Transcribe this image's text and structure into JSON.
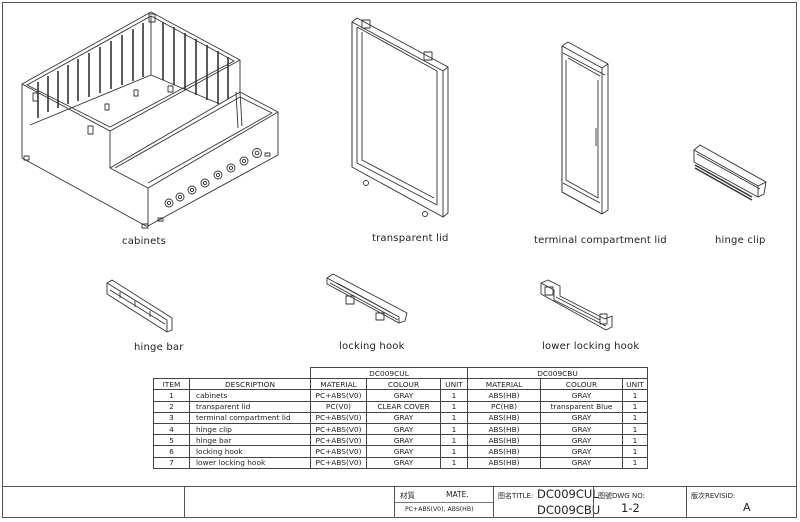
{
  "parts": [
    {
      "id": "cabinets",
      "label": "cabinets"
    },
    {
      "id": "transparent-lid",
      "label": "transparent lid"
    },
    {
      "id": "terminal-compartment-lid",
      "label": "terminal compartment lid"
    },
    {
      "id": "hinge-clip",
      "label": "hinge clip"
    },
    {
      "id": "hinge-bar",
      "label": "hinge bar"
    },
    {
      "id": "locking-hook",
      "label": "locking hook"
    },
    {
      "id": "lower-locking-hook",
      "label": "lower locking hook"
    }
  ],
  "bom": {
    "group_headers": [
      "DC009CUL",
      "DC009CBU"
    ],
    "columns": [
      "ITEM",
      "DESCRIPTION",
      "MATERIAL",
      "COLOUR",
      "UNIT",
      "MATERIAL",
      "COLOUR",
      "UNIT"
    ],
    "rows": [
      [
        "1",
        "cabinets",
        "PC+ABS(V0)",
        "GRAY",
        "1",
        "ABS(HB)",
        "GRAY",
        "1"
      ],
      [
        "2",
        "transparent lid",
        "PC(V0)",
        "CLEAR COVER",
        "1",
        "PC(HB)",
        "transparent Blue",
        "1"
      ],
      [
        "3",
        "terminal compartment lid",
        "PC+ABS(V0)",
        "GRAY",
        "1",
        "ABS(HB)",
        "GRAY",
        "1"
      ],
      [
        "4",
        "hinge clip",
        "PC+ABS(V0)",
        "GRAY",
        "1",
        "ABS(HB)",
        "GRAY",
        "1"
      ],
      [
        "5",
        "hinge bar",
        "PC+ABS(V0)",
        "GRAY",
        "1",
        "ABS(HB)",
        "GRAY",
        "1"
      ],
      [
        "6",
        "locking hook",
        "PC+ABS(V0)",
        "GRAY",
        "1",
        "ABS(HB)",
        "GRAY",
        "1"
      ],
      [
        "7",
        "lower locking hook",
        "PC+ABS(V0)",
        "GRAY",
        "1",
        "ABS(HB)",
        "GRAY",
        "1"
      ]
    ]
  },
  "title_block": {
    "material_label_cn": "材質",
    "material_label_en": "MATE.",
    "material_value": "PC+ABS(V0), ABS(HB)",
    "title_label": "图名TITLE:",
    "title_line1": "DC009CUL",
    "title_line2": "DC009CBU",
    "dwg_label": "图號DWG NO:",
    "dwg_value": "1-2",
    "revision_label": "版次REVISID:",
    "revision_value": "A"
  },
  "colors": {
    "line": "#333333",
    "background": "#ffffff"
  }
}
